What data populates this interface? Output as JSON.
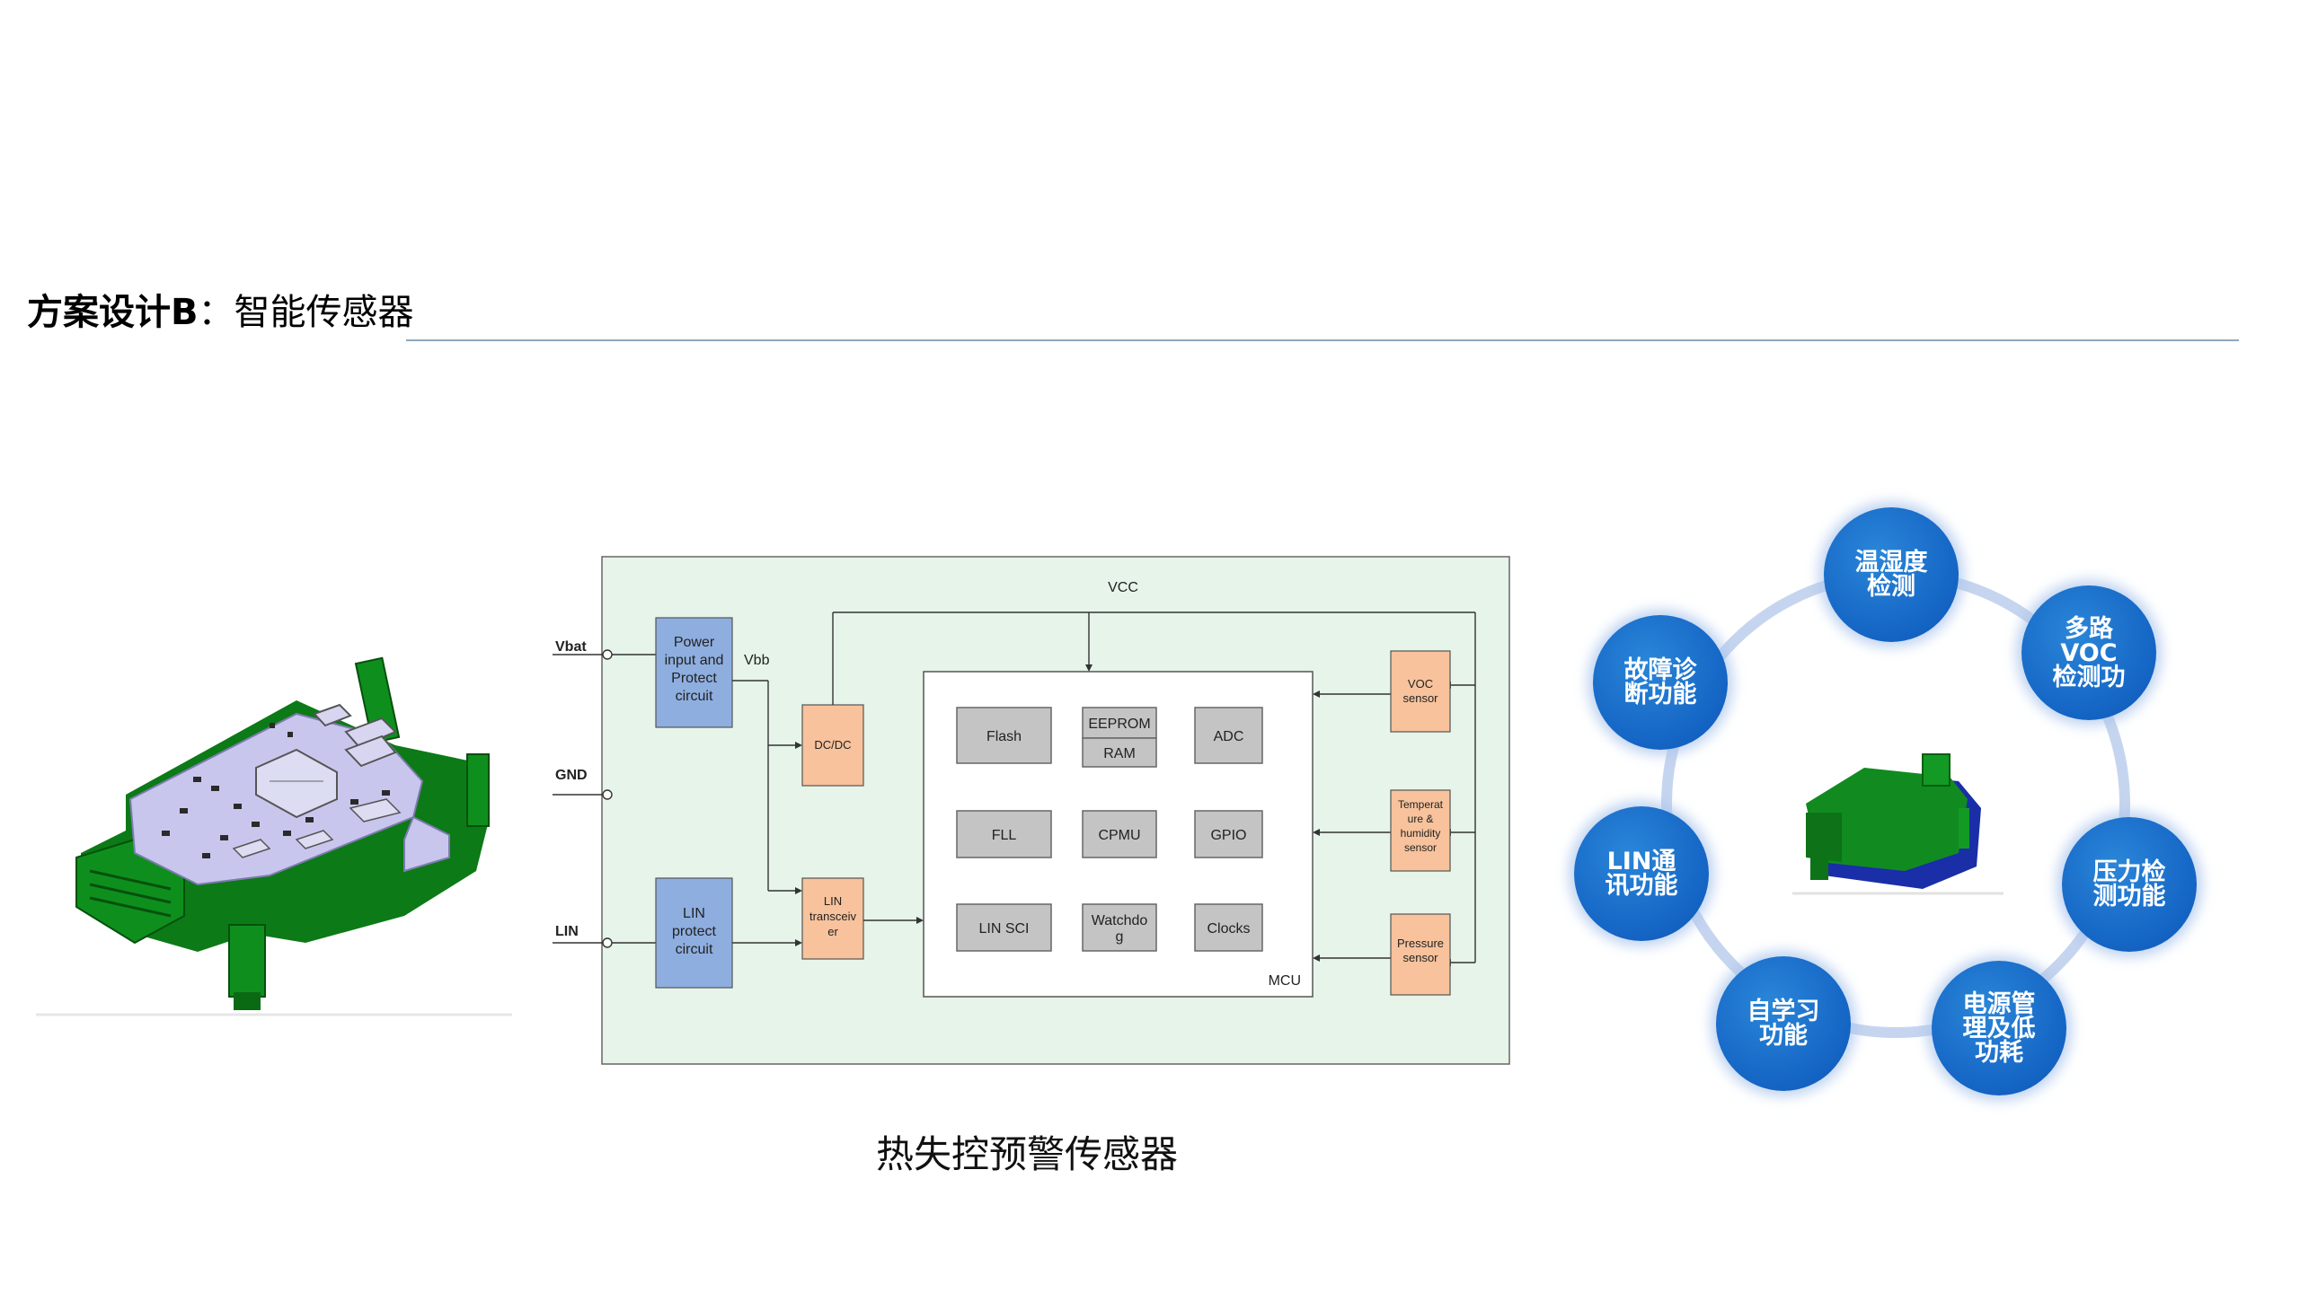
{
  "title": {
    "bold": "方案设计B",
    "colon": "：",
    "rest": "智能传感器"
  },
  "caption": "热失控预警传感器",
  "diagram": {
    "pins": [
      "Vbat",
      "GND",
      "LIN"
    ],
    "power_block": [
      "Power",
      "input and",
      "Protect",
      "circuit"
    ],
    "lin_protect": [
      "LIN",
      "protect",
      "circuit"
    ],
    "vbb": "Vbb",
    "vcc": "VCC",
    "dcdc": "DC/DC",
    "lin_transceiver": [
      "LIN",
      "transceiv",
      "er"
    ],
    "mcu_label": "MCU",
    "mcu_blocks": {
      "flash": [
        "Flash"
      ],
      "eeprom": [
        "EEPROM"
      ],
      "ram": [
        "RAM"
      ],
      "adc": [
        "ADC"
      ],
      "fll": [
        "FLL"
      ],
      "cpmu": [
        "CPMU"
      ],
      "gpio": [
        "GPIO"
      ],
      "lin_sci": [
        "LIN SCI"
      ],
      "watchdog": [
        "Watchdo",
        "g"
      ],
      "clocks": [
        "Clocks"
      ]
    },
    "voc_sensor": [
      "VOC",
      "sensor"
    ],
    "temp_sensor": [
      "Temperat",
      "ure &",
      "humidity",
      "sensor"
    ],
    "pressure_sensor": [
      "Pressure",
      "sensor"
    ]
  },
  "features": [
    "温湿度检测",
    "多路VOC检测功",
    "压力检测功能",
    "电源管理及低功耗",
    "自学习功能",
    "LIN通讯功能",
    "故障诊断功能"
  ],
  "colors": {
    "accent_blue": "#1464c4",
    "diagram_bg": "#e6f4e9",
    "pcb_green": "#0f8a1e",
    "board_lavender": "#c9c6ee"
  }
}
